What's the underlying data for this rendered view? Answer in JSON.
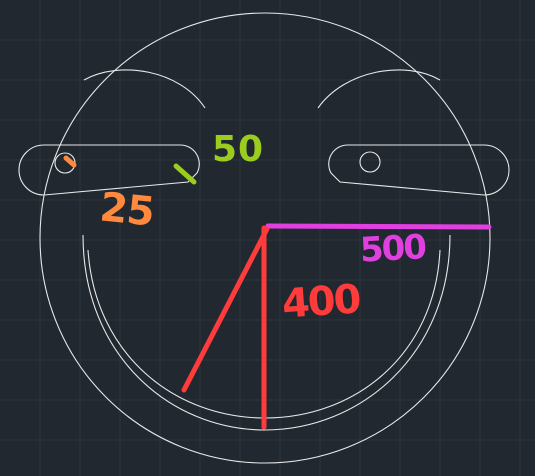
{
  "canvas": {
    "background": "#212830",
    "drawing_color": "#e8e8e8"
  },
  "annotations": {
    "eye_hole_diameter": {
      "text": "25",
      "color": "#ff8a3d"
    },
    "eyebrow_offset": {
      "text": "50",
      "color": "#9acd1e"
    },
    "horizontal_dimension": {
      "text": "500",
      "color": "#e040e0"
    },
    "vertical_dimension": {
      "text": "400",
      "color": "#ff3c3c"
    }
  }
}
